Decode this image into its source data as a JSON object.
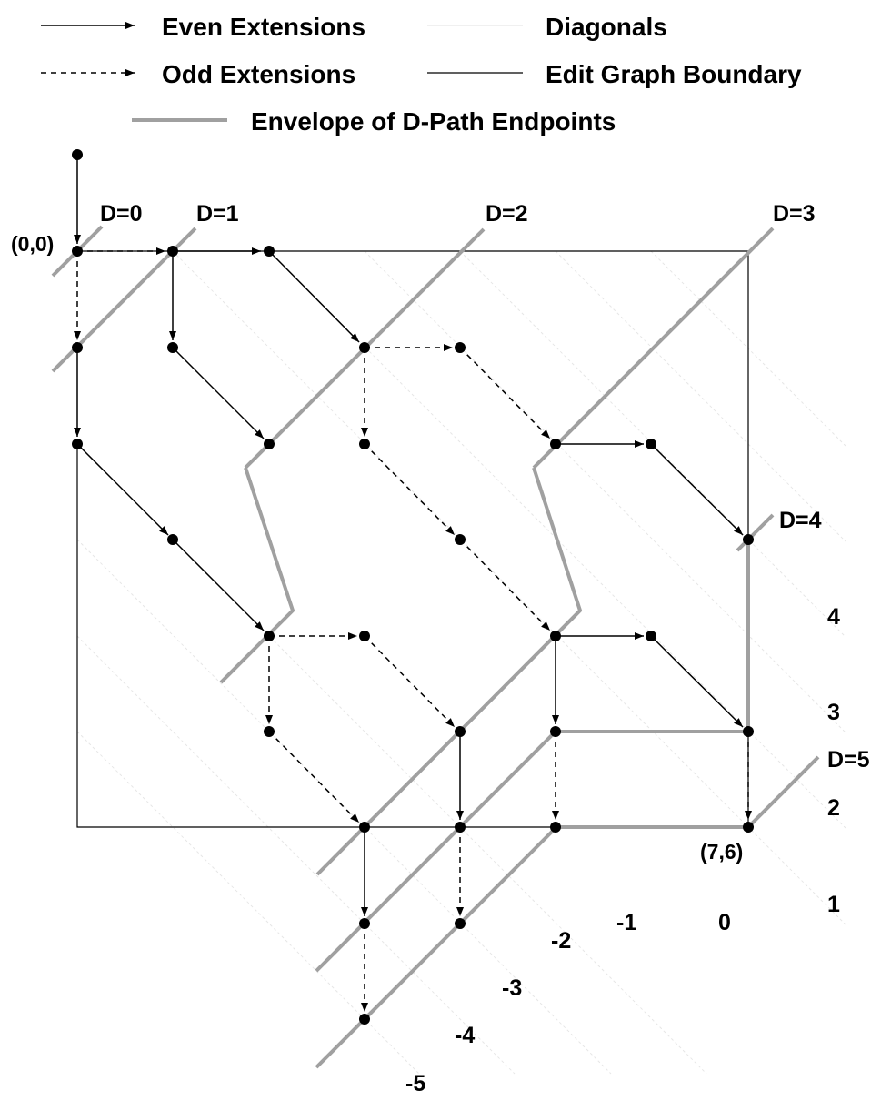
{
  "legend": {
    "even_extensions": "Even Extensions",
    "odd_extensions": "Odd Extensions",
    "diagonals": "Diagonals",
    "edit_graph_boundary": "Edit Graph Boundary",
    "envelope": "Envelope of D-Path Endpoints"
  },
  "corner_labels": {
    "origin": "(0,0)",
    "end": "(7,6)"
  },
  "d_labels": [
    "D=0",
    "D=1",
    "D=2",
    "D=3",
    "D=4",
    "D=5"
  ],
  "diagonal_labels": [
    "4",
    "3",
    "2",
    "1",
    "0",
    "-1",
    "-2",
    "-3",
    "-4",
    "-5"
  ],
  "colors": {
    "line": "#000000",
    "envelope": "#a0a0a0",
    "diagonal": "#e6e6e6"
  }
}
